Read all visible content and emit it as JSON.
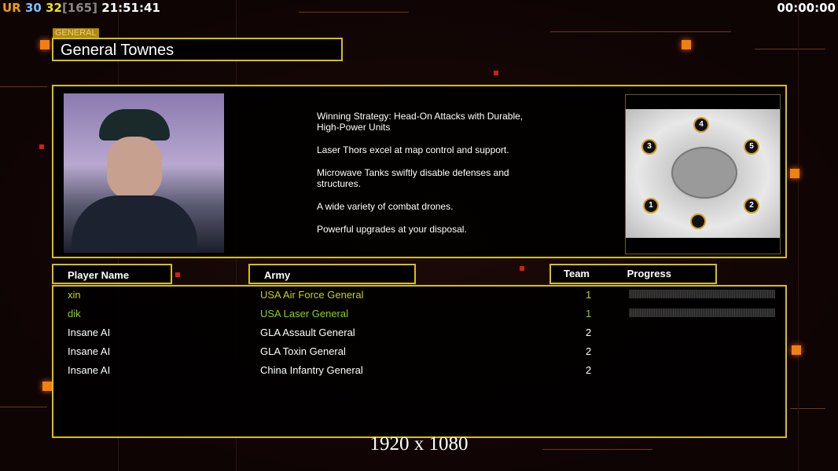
{
  "hud": {
    "ur": "UR",
    "a": "30",
    "b": "32",
    "c": "[165]",
    "time": "21:51:41",
    "timer": "00:00:00"
  },
  "general_tag": "GENERAL",
  "general_name": "General Townes",
  "description": [
    "Winning Strategy: Head-On Attacks with Durable,\n High-Power Units",
    "Laser Thors excel at map control and support.",
    "Microwave Tanks swiftly disable defenses and\n structures.",
    "A wide variety of combat drones.",
    "Powerful upgrades at your disposal."
  ],
  "map_slots": [
    "4",
    "3",
    "5",
    "1",
    "2"
  ],
  "headers": {
    "player": "Player Name",
    "army": "Army",
    "team": "Team",
    "progress": "Progress"
  },
  "players": [
    {
      "name": "xin",
      "army": "USA Air Force General",
      "team": "1",
      "color": "#c8d010",
      "progress": 0
    },
    {
      "name": "dik",
      "army": "USA Laser General",
      "team": "1",
      "color": "#90d010",
      "progress": 0
    },
    {
      "name": "Insane AI",
      "army": "GLA Assault General",
      "team": "2",
      "color": "#ffffff"
    },
    {
      "name": "Insane AI",
      "army": "GLA Toxin General",
      "team": "2",
      "color": "#ffffff"
    },
    {
      "name": "Insane AI",
      "army": "China Infantry General",
      "team": "2",
      "color": "#ffffff"
    }
  ],
  "resolution": "1920 x 1080"
}
